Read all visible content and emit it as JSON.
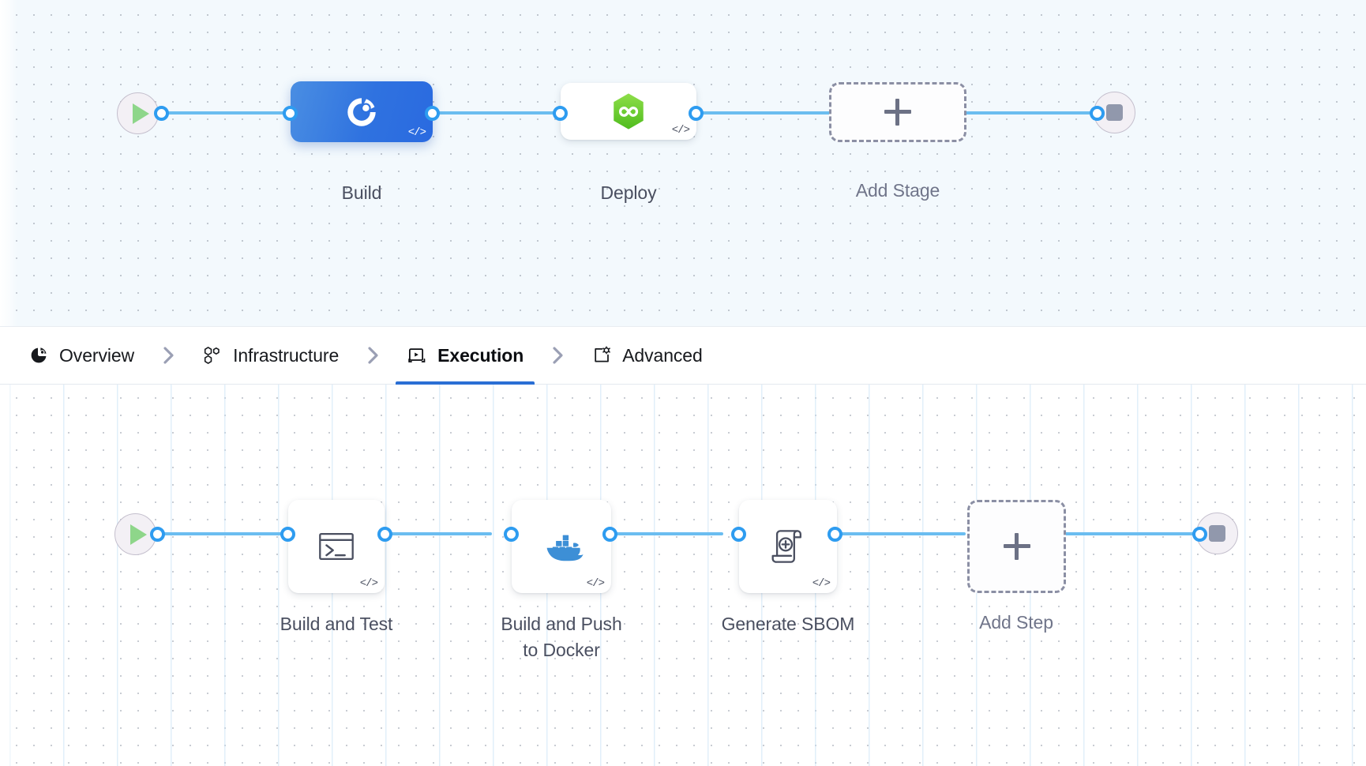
{
  "stage_row": {
    "start_node": {
      "name": "pipeline-start",
      "icon": "play-icon"
    },
    "end_node": {
      "name": "pipeline-end",
      "icon": "stop-icon"
    },
    "nodes": [
      {
        "label": "Build",
        "icon": "ci-build-icon",
        "selected": true,
        "badge": "</>"
      },
      {
        "label": "Deploy",
        "icon": "harness-cd-icon",
        "selected": false,
        "badge": "</>"
      },
      {
        "label": "Add Stage",
        "icon": "plus-icon",
        "selected": false,
        "badge": ""
      }
    ]
  },
  "tabs": {
    "items": [
      {
        "label": "Overview",
        "icon": "overview-pie-icon",
        "active": false
      },
      {
        "label": "Infrastructure",
        "icon": "hexagon-cluster-icon",
        "active": false
      },
      {
        "label": "Execution",
        "icon": "execution-play-icon",
        "active": true
      },
      {
        "label": "Advanced",
        "icon": "advanced-gear-icon",
        "active": false
      }
    ],
    "separator": "chevron-right-icon",
    "active_color": "#2a6fd4"
  },
  "execution_row": {
    "start_node": {
      "name": "execution-start",
      "icon": "play-icon"
    },
    "end_node": {
      "name": "execution-end",
      "icon": "stop-icon"
    },
    "steps": [
      {
        "label": "Build and Test",
        "icon": "terminal-icon",
        "badge": "</>"
      },
      {
        "label": "Build and Push\nto Docker",
        "icon": "docker-icon",
        "badge": "</>"
      },
      {
        "label": "Generate SBOM",
        "icon": "sbom-scroll-icon",
        "badge": "</>"
      },
      {
        "label": "Add Step",
        "icon": "plus-icon",
        "badge": ""
      }
    ]
  },
  "colors": {
    "connector": "#6bbdf0",
    "port_ring": "#2e9cf0",
    "build_node": "#2f72e0",
    "deploy_icon": "#6fce3f",
    "docker_icon": "#3d8fd6",
    "stage_canvas_bg": "#f3f9fd",
    "exec_canvas_bg": "#ffffff"
  }
}
